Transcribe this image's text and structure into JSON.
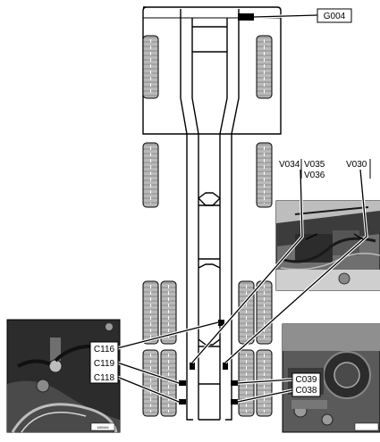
{
  "connectors": {
    "g004": "G004",
    "v034": "V034",
    "v035": "V035",
    "v036": "V036",
    "v030": "V030",
    "c116": "C116",
    "c119": "C119",
    "c118": "C118",
    "c039": "C039",
    "c038": "C038"
  },
  "photos": {
    "left_code": "180444"
  },
  "colors": {
    "line": "#000000",
    "frame_fill": "#ffffff",
    "tire_fill": "#b9b9b9",
    "photo_dark": "#2c2c2c",
    "photo_mid": "#6f6f6f",
    "photo_light": "#bdbdbd"
  }
}
